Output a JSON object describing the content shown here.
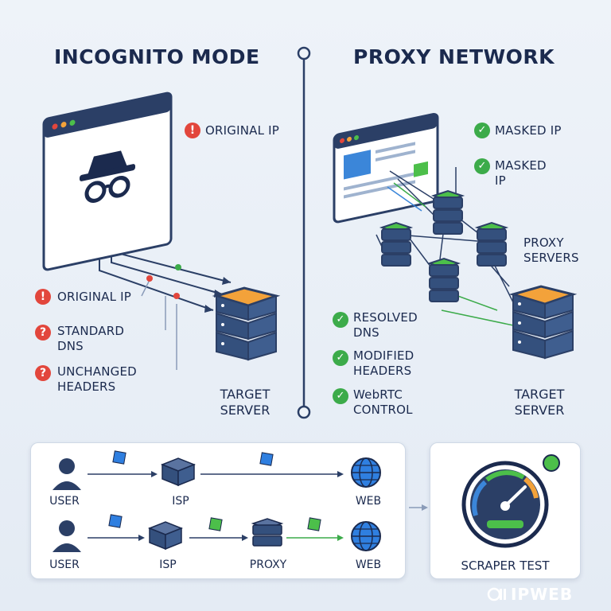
{
  "left": {
    "title": "INCOGNITO MODE",
    "browser_note": "ORIGINAL IP",
    "items": [
      "ORIGINAL IP",
      "STANDARD DNS",
      "UNCHANGED HEADERS"
    ],
    "server_label": "TARGET SERVER"
  },
  "right": {
    "title": "PROXY NETWORK",
    "items_top": [
      "MASKED IP",
      "MASKED IP"
    ],
    "proxy_label": "PROXY SERVERS",
    "items": [
      "RESOLVED DNS",
      "MODIFIED HEADERS",
      "WebRTC CONTROL"
    ],
    "server_label": "TARGET SERVER"
  },
  "flow": {
    "row1": [
      "USER",
      "ISP",
      "WEB"
    ],
    "row2": [
      "USER",
      "ISP",
      "PROXY",
      "WEB"
    ]
  },
  "scraper": {
    "label": "SCRAPER TEST"
  },
  "brand": {
    "name": "IPWEB"
  },
  "colors": {
    "navy": "#2b3f66",
    "red": "#e2463c",
    "green": "#3cab4a",
    "orange": "#f3a23a",
    "blue_cube": "#2f7fe0",
    "green_cube": "#4cbf4a"
  },
  "icons": [
    "incognito-icon",
    "alert-icon",
    "check-icon",
    "server-icon",
    "user-icon",
    "globe-icon",
    "gauge-icon",
    "cube-icon"
  ]
}
